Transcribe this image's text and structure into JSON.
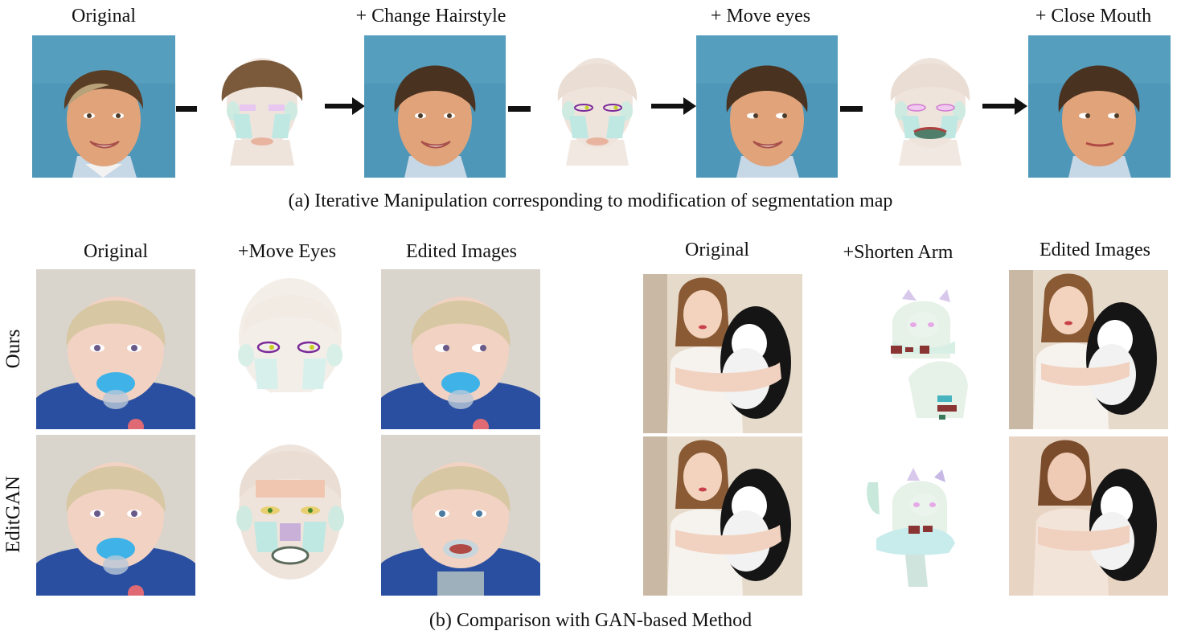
{
  "part_a": {
    "headers": [
      "Original",
      "+ Change Hairstyle",
      "+ Move eyes",
      "+ Close Mouth"
    ],
    "caption": "(a) Iterative Manipulation corresponding to modification of segmentation map"
  },
  "part_b": {
    "left_headers": [
      "Original",
      "+Move Eyes",
      "Edited Images"
    ],
    "right_headers": [
      "Original",
      "+Shorten Arm",
      "Edited Images"
    ],
    "row_labels": [
      "Ours",
      "EditGAN"
    ],
    "caption": "(b) Comparison with GAN-based Method"
  },
  "colors": {
    "teal_background": "#4f97b8",
    "skin": "#e0a37a",
    "hair_dark": "#5a3d25",
    "hair_blond": "#d7c7a3",
    "baby_shirt": "#2b4fa0",
    "pacifier": "#3fb3e8",
    "cat_black": "#151515",
    "segmap_face": "#efe4dc",
    "segmap_teal": "#bfe8e2"
  }
}
